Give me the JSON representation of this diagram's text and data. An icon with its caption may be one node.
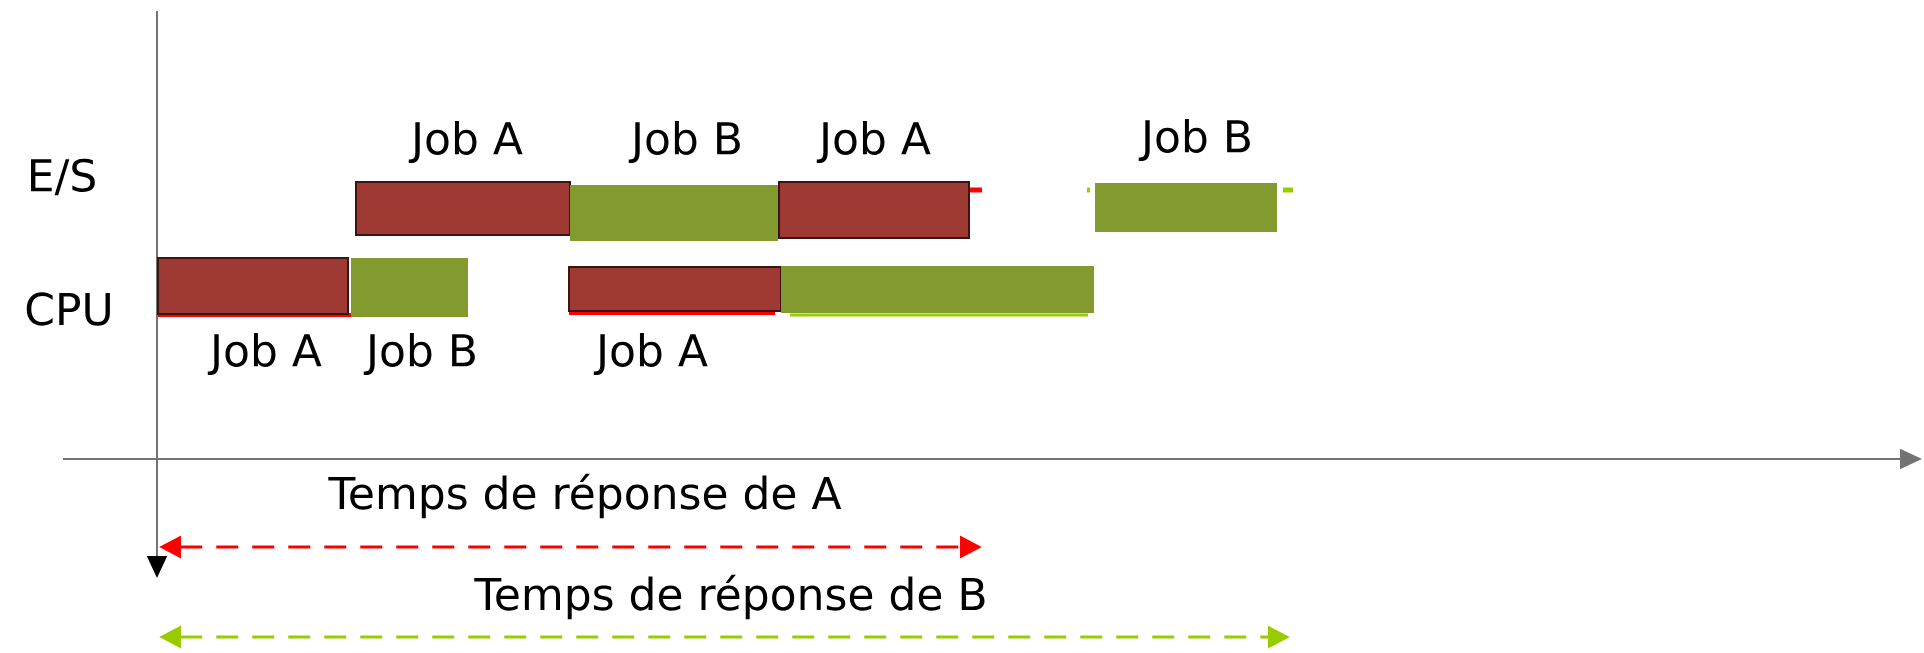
{
  "diagram": {
    "nodes": [
      {
        "text": [
          "Job A"
        ]
      },
      {
        "text": [
          "Job B"
        ]
      },
      {
        "text": [
          "Job A"
        ]
      },
      {
        "text": [
          "Job B"
        ]
      },
      {
        "text": [
          "Job A"
        ]
      },
      {
        "text": [
          "Job B"
        ]
      },
      {
        "text": [
          "Job A"
        ]
      },
      {
        "text": [],
        "shape": "bar"
      }
    ],
    "labels": [
      "E/S",
      "CPU",
      "Temps de réponse de A",
      "Temps de réponse de B"
    ]
  }
}
